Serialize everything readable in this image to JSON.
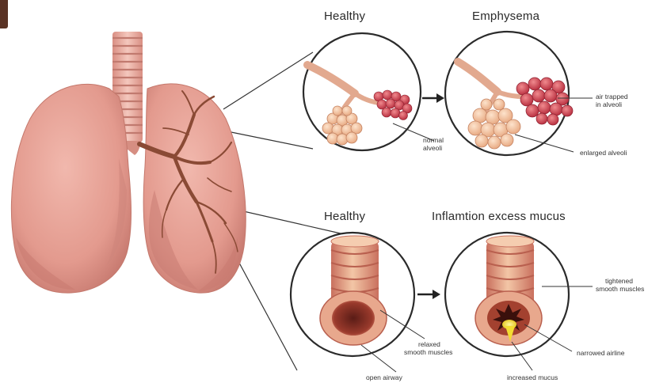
{
  "headers": {
    "healthy_top": "Healthy",
    "emphysema": "Emphysema",
    "healthy_bottom": "Healthy",
    "inflammation": "Inflamtion excess mucus"
  },
  "labels": {
    "normal_alveoli_1": "normal",
    "normal_alveoli_2": "alveoli",
    "air_trapped_1": "air trapped",
    "air_trapped_2": "in alveoli",
    "enlarged_alveoli": "enlarged alveoli",
    "relaxed_1": "relaxed",
    "relaxed_2": "smooth muscles",
    "open_airway": "open airway",
    "tightened_1": "tightened",
    "tightened_2": "smooth muscles",
    "narrowed_airline": "narrowed airline",
    "increased_mucus": "increased mucus"
  },
  "colors": {
    "lung": "#e8a59a",
    "lung_shadow": "#c97c72",
    "bronchi": "#8a4a35",
    "alveoli_healthy": "#f2c4a4",
    "alveoli_damaged": "#c0394a",
    "airway_ring": "#e9b79a",
    "mucus": "#f4e03c"
  }
}
